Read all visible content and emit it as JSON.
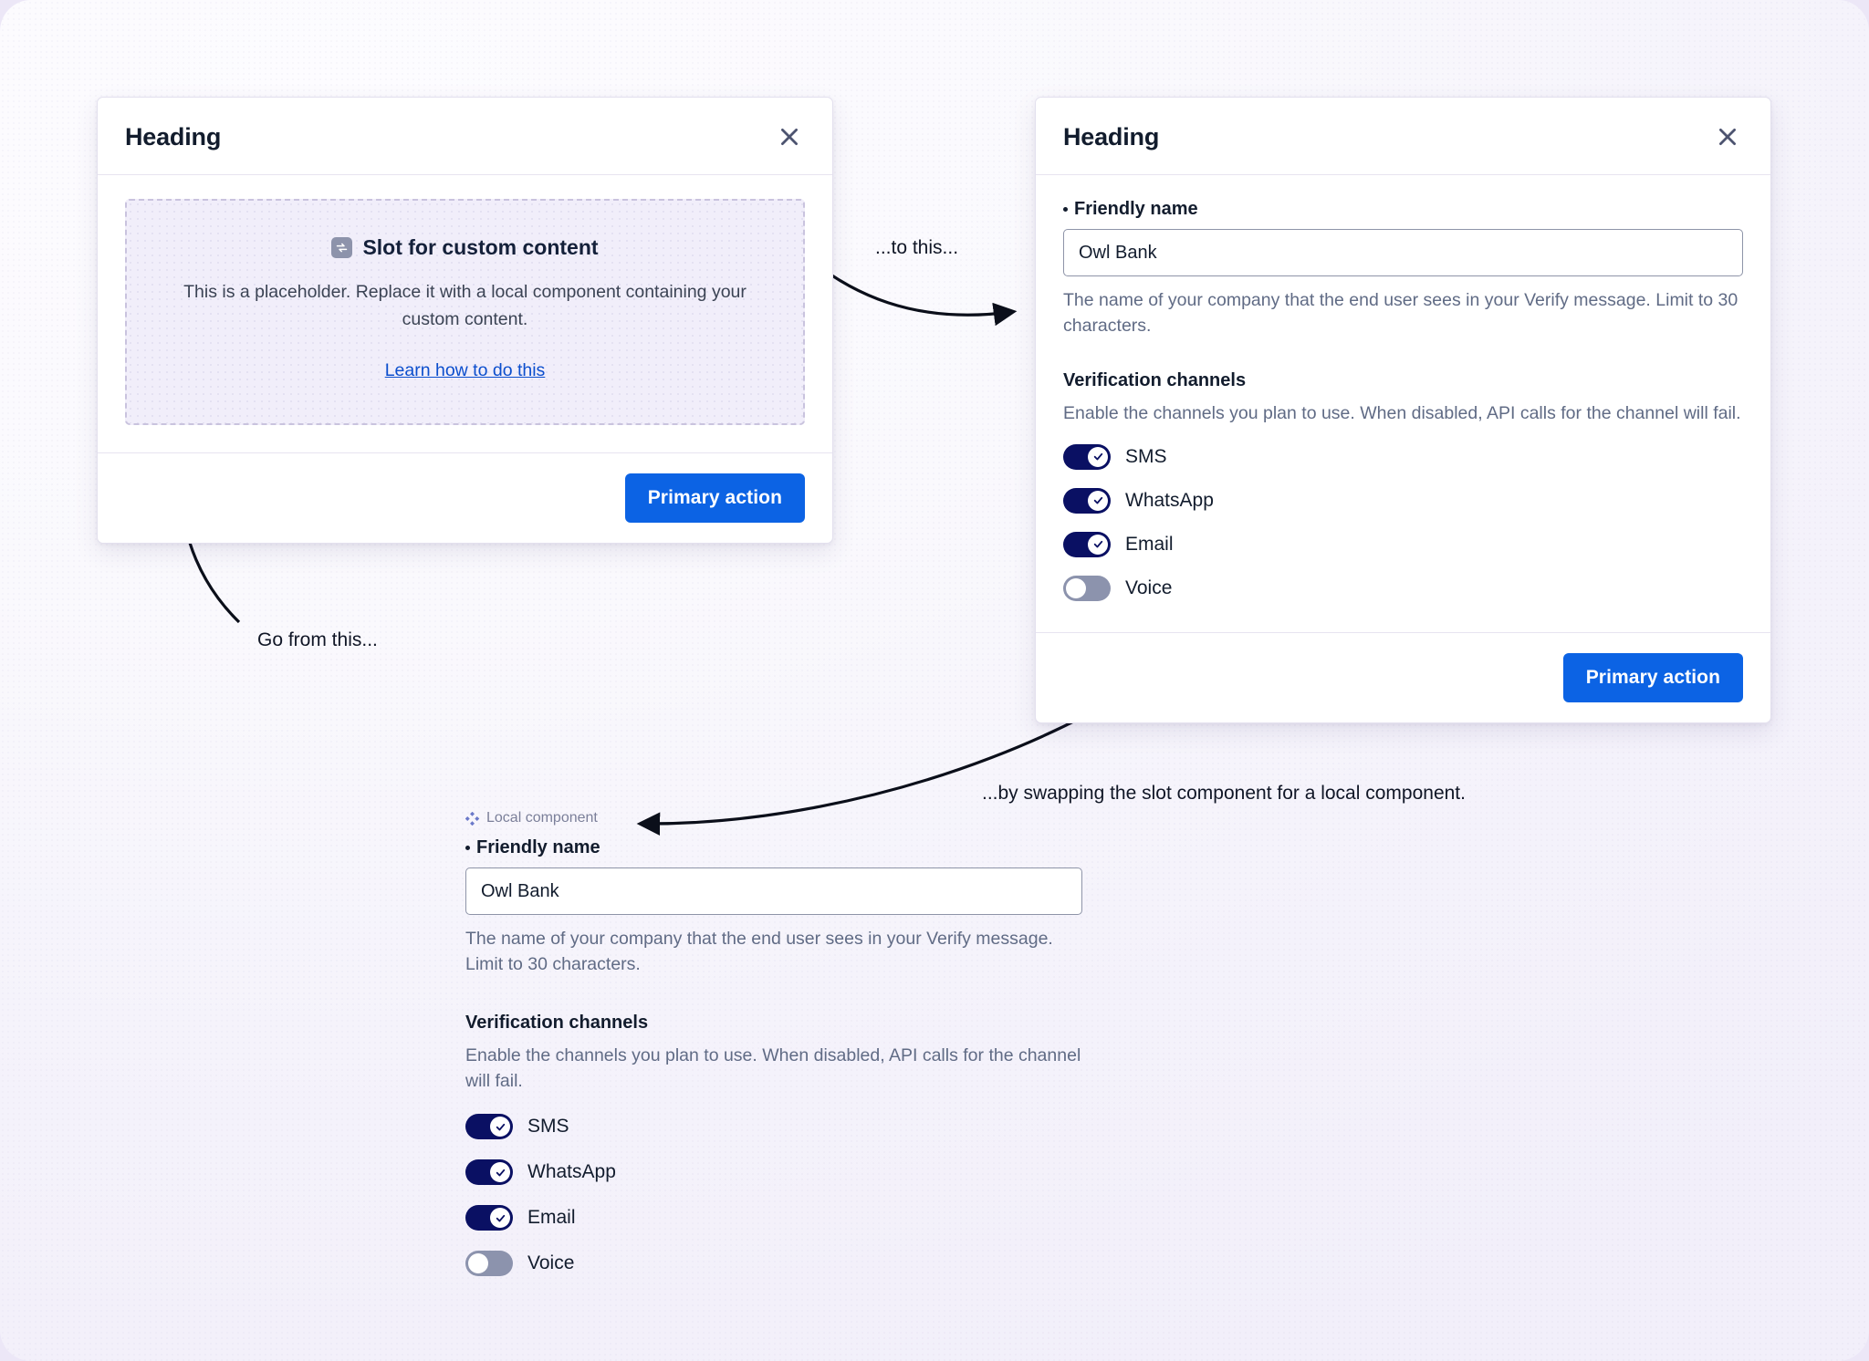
{
  "canvas": {
    "background": "#f7f5fd",
    "accent_blue": "#0c63e4",
    "toggle_on": "#0a1063",
    "toggle_off": "#8c93ad"
  },
  "dialog_before": {
    "title": "Heading",
    "close_icon": "close-icon",
    "slot": {
      "icon": "swap-component-icon",
      "title": "Slot for custom content",
      "body": "This is a placeholder. Replace it with a local component containing your custom content.",
      "link": "Learn how to do this"
    },
    "primary_action": "Primary action"
  },
  "dialog_after": {
    "title": "Heading",
    "close_icon": "close-icon",
    "friendly_name": {
      "label": "Friendly name",
      "required": true,
      "value": "Owl Bank",
      "placeholder": "Owl Bank",
      "help": "The name of your company that the end user sees in your Verify message. Limit to 30 characters."
    },
    "verification_channels": {
      "title": "Verification channels",
      "help": "Enable the channels you plan to use. When disabled, API calls for the channel will fail.",
      "channels": [
        {
          "label": "SMS",
          "enabled": true
        },
        {
          "label": "WhatsApp",
          "enabled": true
        },
        {
          "label": "Email",
          "enabled": true
        },
        {
          "label": "Voice",
          "enabled": false
        }
      ]
    },
    "primary_action": "Primary action"
  },
  "local_component": {
    "tag_icon": "component-instance-icon",
    "tag_label": "Local component",
    "friendly_name": {
      "label": "Friendly name",
      "required": true,
      "value": "Owl Bank",
      "placeholder": "Owl Bank",
      "help": "The name of your company that the end user sees in your Verify message. Limit to 30 characters."
    },
    "verification_channels": {
      "title": "Verification channels",
      "help": "Enable the channels you plan to use. When disabled, API calls for the channel will fail.",
      "channels": [
        {
          "label": "SMS",
          "enabled": true
        },
        {
          "label": "WhatsApp",
          "enabled": true
        },
        {
          "label": "Email",
          "enabled": true
        },
        {
          "label": "Voice",
          "enabled": false
        }
      ]
    }
  },
  "annotations": {
    "from": "Go from this...",
    "to": "...to this...",
    "by": "...by swapping the slot component for a local component."
  }
}
